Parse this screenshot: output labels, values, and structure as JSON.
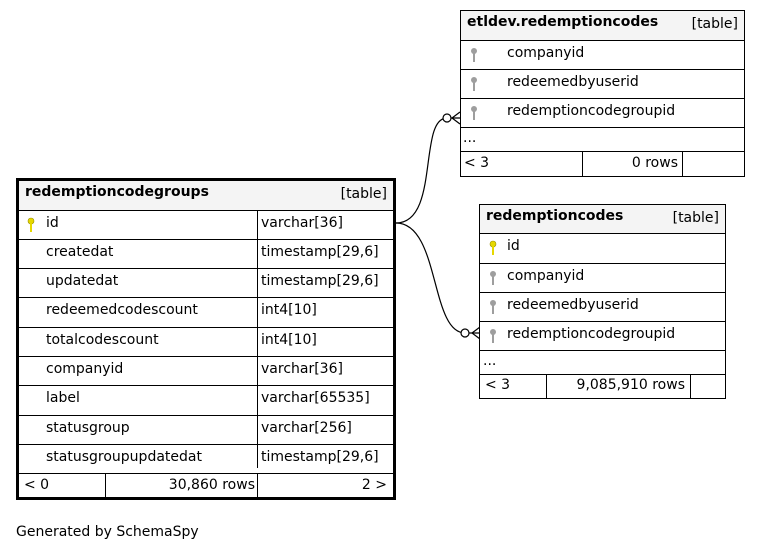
{
  "footer": "Generated by SchemaSpy",
  "colors": {
    "primary_key": "#e6d800",
    "foreign_key": "#9e9e9e"
  },
  "tables": {
    "etldev_redemptioncodes": {
      "title": "etldev.redemptioncodes",
      "kind": "[table]",
      "columns": [
        {
          "name": "companyid",
          "key": "foreign-key-icon"
        },
        {
          "name": "redeemedbyuserid",
          "key": "foreign-key-icon"
        },
        {
          "name": "redemptioncodegroupid",
          "key": "foreign-key-icon"
        }
      ],
      "ellipsis": "...",
      "parents": "< 3",
      "rows": "0 rows",
      "children": ""
    },
    "redemptioncodegroups": {
      "title": "redemptioncodegroups",
      "kind": "[table]",
      "columns": [
        {
          "name": "id",
          "type": "varchar[36]",
          "key": "primary-key-icon"
        },
        {
          "name": "createdat",
          "type": "timestamp[29,6]"
        },
        {
          "name": "updatedat",
          "type": "timestamp[29,6]"
        },
        {
          "name": "redeemedcodescount",
          "type": "int4[10]"
        },
        {
          "name": "totalcodescount",
          "type": "int4[10]"
        },
        {
          "name": "companyid",
          "type": "varchar[36]"
        },
        {
          "name": "label",
          "type": "varchar[65535]"
        },
        {
          "name": "statusgroup",
          "type": "varchar[256]"
        },
        {
          "name": "statusgroupupdatedat",
          "type": "timestamp[29,6]"
        }
      ],
      "parents": "< 0",
      "rows": "30,860 rows",
      "children": "2 >"
    },
    "redemptioncodes": {
      "title": "redemptioncodes",
      "kind": "[table]",
      "columns": [
        {
          "name": "id",
          "key": "primary-key-icon"
        },
        {
          "name": "companyid",
          "key": "foreign-key-icon"
        },
        {
          "name": "redeemedbyuserid",
          "key": "foreign-key-icon"
        },
        {
          "name": "redemptioncodegroupid",
          "key": "foreign-key-icon"
        }
      ],
      "ellipsis": "...",
      "parents": "< 3",
      "rows": "9,085,910 rows",
      "children": ""
    }
  }
}
